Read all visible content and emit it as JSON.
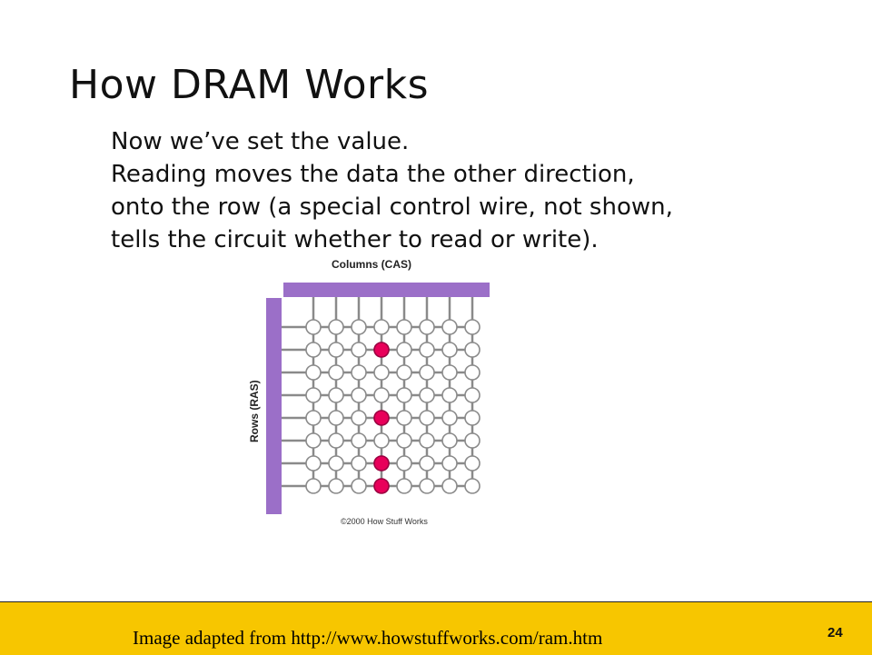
{
  "slide": {
    "title": "How DRAM Works",
    "body_lines": [
      "Now we’ve set the value.",
      "Reading moves the data the other direction,",
      "onto the row (a special control wire, not shown,",
      "tells the circuit whether to read or write)."
    ]
  },
  "diagram": {
    "columns_label": "Columns (CAS)",
    "rows_label": "Rows (RAS)",
    "copyright": "©2000 How Stuff Works",
    "grid_rows": 8,
    "grid_cols": 8,
    "active_cells": [
      {
        "row": 2,
        "col": 4
      },
      {
        "row": 5,
        "col": 4
      },
      {
        "row": 7,
        "col": 4
      },
      {
        "row": 8,
        "col": 4
      }
    ],
    "colors": {
      "bus": "#9b6fc8",
      "line": "#8a8a8a",
      "cell_fill": "#ffffff",
      "active_fill": "#e8005a"
    }
  },
  "footer": {
    "caption": "Image adapted from http://www.howstuffworks.com/ram.htm",
    "page_number": "24",
    "bg_color": "#f7c600"
  }
}
